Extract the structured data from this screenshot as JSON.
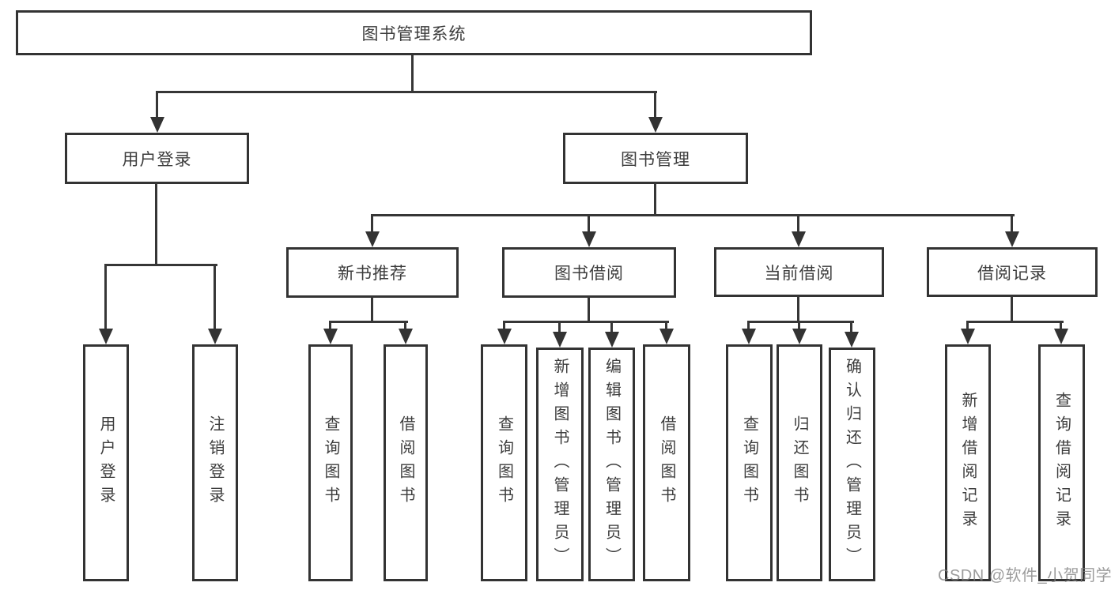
{
  "page": {
    "background": "#ffffff",
    "line_color": "#363636",
    "box_border_color": "#333333",
    "text_color": "#3d3d3d",
    "watermark_color": "#808080"
  },
  "watermark": "CSDN @软件_小贺同学",
  "nodes": {
    "root": {
      "label": "图书管理系统"
    },
    "user_login": {
      "label": "用户登录"
    },
    "book_management": {
      "label": "图书管理"
    },
    "new_book_recommend": {
      "label": "新书推荐"
    },
    "book_borrowing": {
      "label": "图书借阅"
    },
    "current_borrowing": {
      "label": "当前借阅"
    },
    "borrowing_records": {
      "label": "借阅记录"
    },
    "leaf_user_login": {
      "label": "用户登录"
    },
    "leaf_logout": {
      "label": "注销登录"
    },
    "leaf_nbr_query_books": {
      "label": "查询图书"
    },
    "leaf_nbr_borrow_books": {
      "label": "借阅图书"
    },
    "leaf_bb_query_books": {
      "label": "查询图书"
    },
    "leaf_bb_add_books": {
      "label": "新增图书（管理员）"
    },
    "leaf_bb_edit_books": {
      "label": "编辑图书（管理员）"
    },
    "leaf_bb_borrow_books": {
      "label": "借阅图书"
    },
    "leaf_cb_query_books": {
      "label": "查询图书"
    },
    "leaf_cb_return_books": {
      "label": "归还图书"
    },
    "leaf_cb_confirm_return": {
      "label": "确认归还（管理员）"
    },
    "leaf_br_add_record": {
      "label": "新增借阅记录"
    },
    "leaf_br_query_record": {
      "label": "查询借阅记录"
    }
  },
  "hierarchy": {
    "root": "图书管理系统",
    "children": [
      {
        "label": "用户登录",
        "children": [
          "用户登录",
          "注销登录"
        ]
      },
      {
        "label": "图书管理",
        "children": [
          {
            "label": "新书推荐",
            "children": [
              "查询图书",
              "借阅图书"
            ]
          },
          {
            "label": "图书借阅",
            "children": [
              "查询图书",
              "新增图书（管理员）",
              "编辑图书（管理员）",
              "借阅图书"
            ]
          },
          {
            "label": "当前借阅",
            "children": [
              "查询图书",
              "归还图书",
              "确认归还（管理员）"
            ]
          },
          {
            "label": "借阅记录",
            "children": [
              "新增借阅记录",
              "查询借阅记录"
            ]
          }
        ]
      }
    ]
  }
}
